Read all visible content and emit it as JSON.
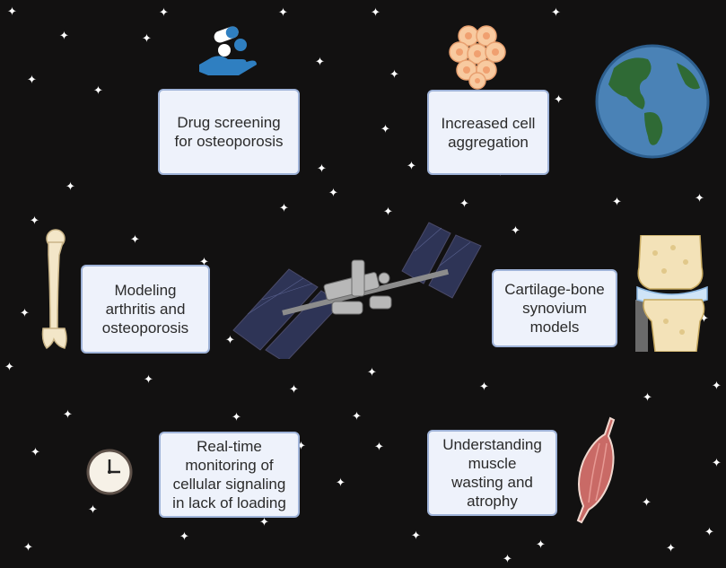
{
  "colors": {
    "background": "#121111",
    "box_fill": "#eef2fb",
    "box_border": "#9fb3d8",
    "text": "#2b2b2b"
  },
  "boxes": {
    "drug_screening": "Drug screening\nfor osteoporosis",
    "cell_aggregation": "Increased cell\naggregation",
    "modeling_arthritis": "Modeling\narthritis and\nosteoporosis",
    "cartilage_bone": "Cartilage-bone\nsynovium\nmodels",
    "real_time": "Real-time\nmonitoring of\ncellular signaling\nin lack of loading",
    "muscle_wasting": "Understanding\nmuscle\nwasting and\natrophy"
  },
  "icons": [
    "pills-in-hand-icon",
    "cell-cluster-icon",
    "earth-icon",
    "bone-femur-icon",
    "space-station-icon",
    "knee-joint-icon",
    "clock-icon",
    "muscle-icon"
  ]
}
